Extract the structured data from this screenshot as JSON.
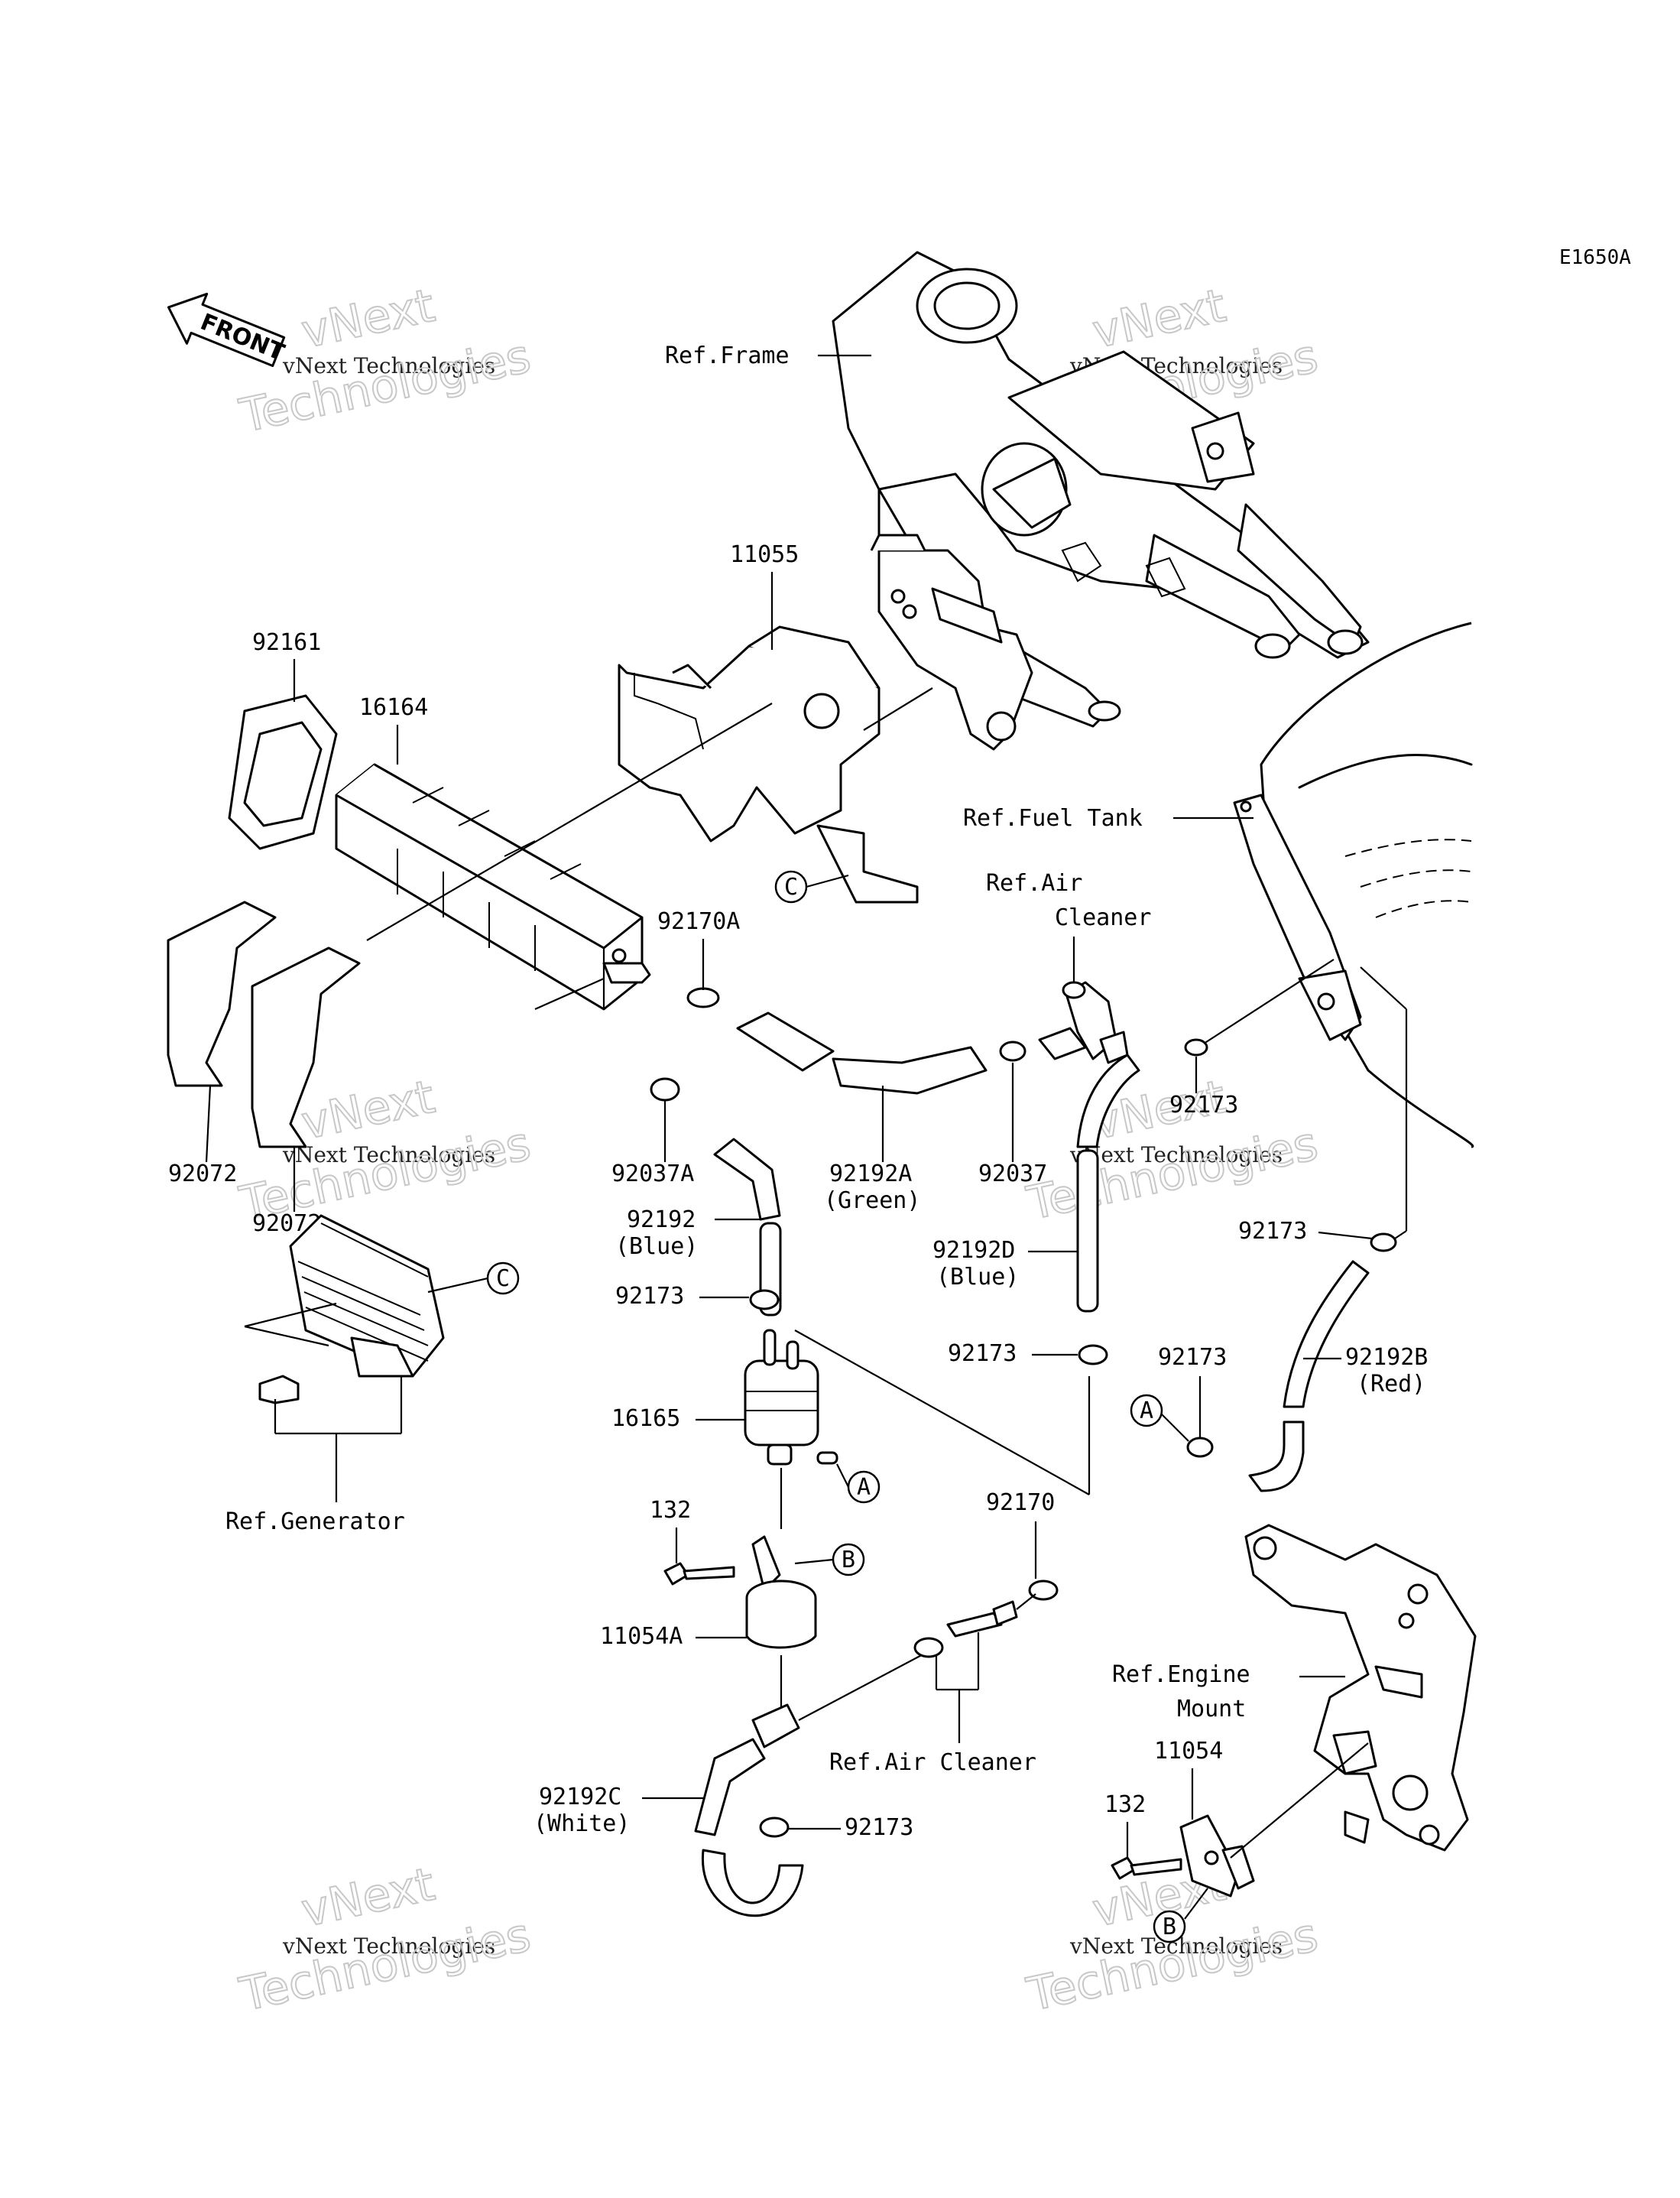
{
  "diagram_code": "E1650A",
  "front_label": "FRONT",
  "watermark": {
    "line1": "vNext",
    "line2": "vNext Technologies",
    "line3": "Technologies"
  },
  "refs": {
    "frame": "Ref.Frame",
    "fuel_tank": "Ref.Fuel Tank",
    "air_cleaner_top_1": "Ref.Air",
    "air_cleaner_top_2": "Cleaner",
    "generator": "Ref.Generator",
    "air_cleaner_bottom": "Ref.Air Cleaner",
    "engine_mount_1": "Ref.Engine",
    "engine_mount_2": "Mount"
  },
  "parts": {
    "p11055": "11055",
    "p92161": "92161",
    "p16164": "16164",
    "p92072_a": "92072",
    "p92072_b": "92072",
    "p92170A": "92170A",
    "p92037A": "92037A",
    "p92192A": "92192A",
    "p92192A_color": "(Green)",
    "p92037": "92037",
    "p92173_a": "92173",
    "p92192": "92192",
    "p92192_color": "(Blue)",
    "p92173_b": "92173",
    "p92192D": "92192D",
    "p92192D_color": "(Blue)",
    "p92173_c": "92173",
    "p92173_d": "92173",
    "p92173_e": "92173",
    "p92192B": "92192B",
    "p92192B_color": "(Red)",
    "p16165": "16165",
    "p132_a": "132",
    "p11054A": "11054A",
    "p92170": "92170",
    "p92192C": "92192C",
    "p92192C_color": "(White)",
    "p92173_f": "92173",
    "p11054": "11054",
    "p132_b": "132"
  },
  "markers": {
    "A": "A",
    "B": "B",
    "C": "C"
  }
}
